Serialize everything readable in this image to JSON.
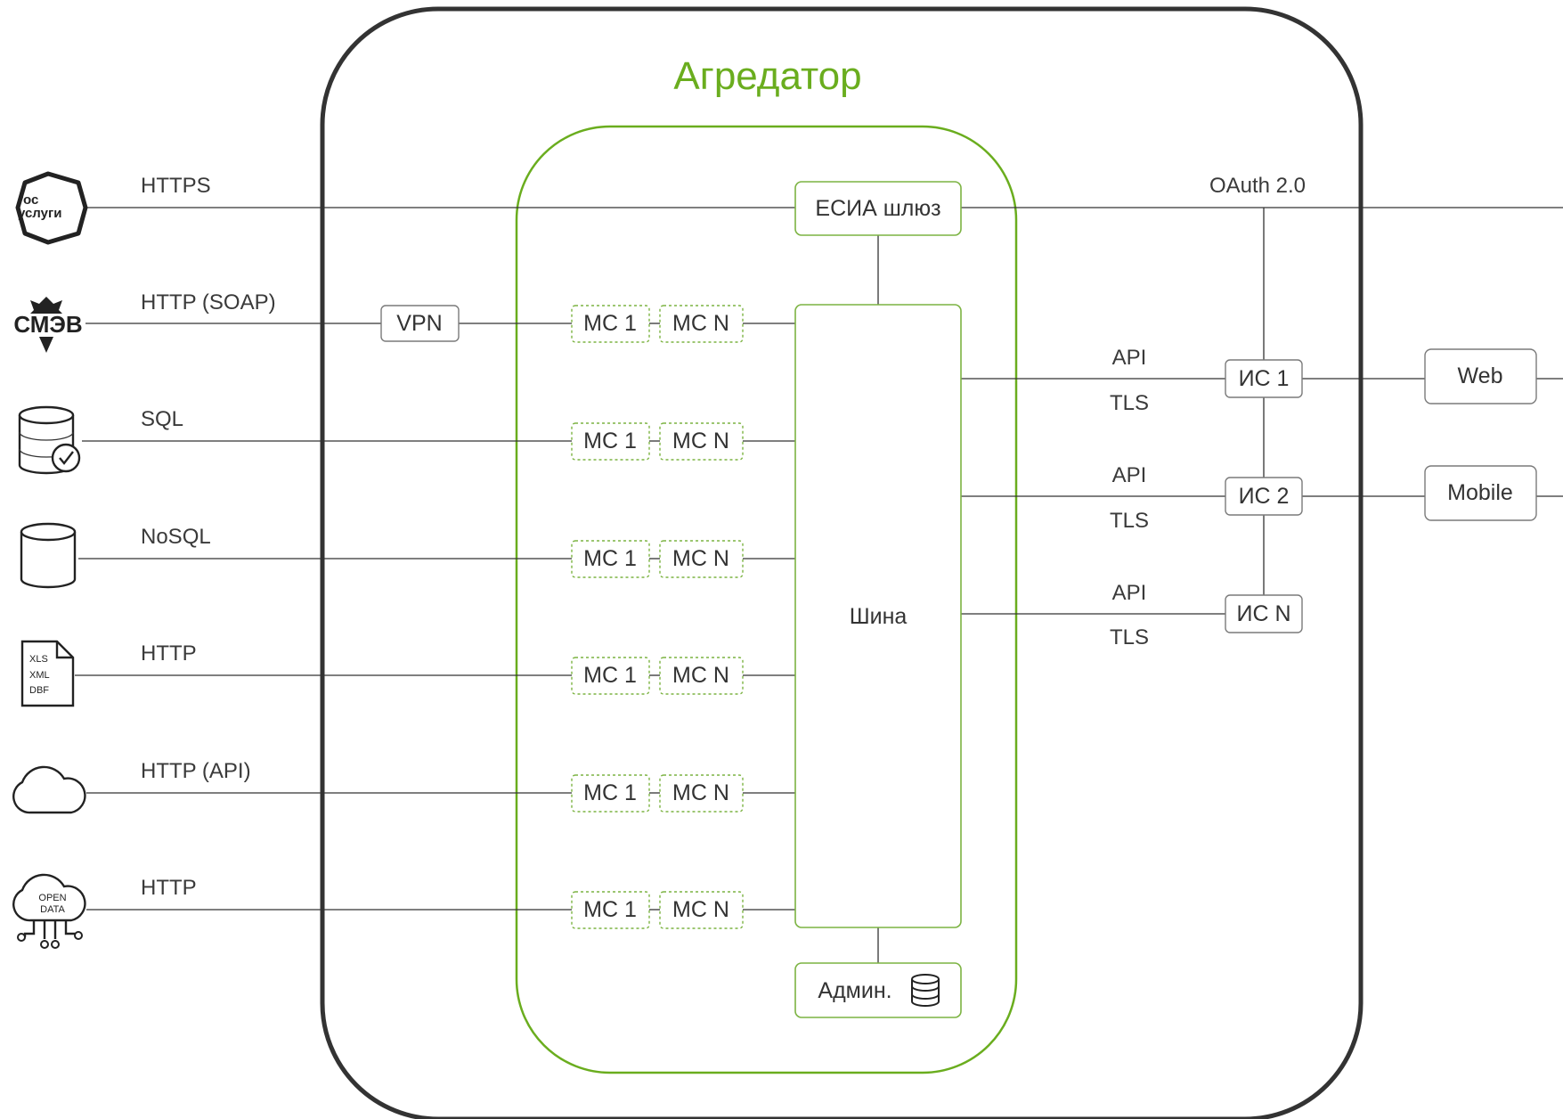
{
  "title": "Агредатор",
  "colors": {
    "accent_green": "#6aad1e",
    "border_dark": "#333333",
    "line": "#333333"
  },
  "sources": [
    {
      "protocol": "HTTPS",
      "icon": "gosuslugi-icon",
      "icon_text": [
        "гос",
        "услуги"
      ]
    },
    {
      "protocol": "HTTP (SOAP)",
      "icon": "smev-icon",
      "icon_text": [
        "СМЭВ"
      ]
    },
    {
      "protocol": "SQL",
      "icon": "database-check-icon"
    },
    {
      "protocol": "NoSQL",
      "icon": "database-icon"
    },
    {
      "protocol": "HTTP",
      "icon": "file-document-icon",
      "icon_text": [
        "XLS",
        "XML",
        "DBF"
      ]
    },
    {
      "protocol": "HTTP (API)",
      "icon": "cloud-icon"
    },
    {
      "protocol": "HTTP",
      "icon": "open-data-cloud-icon",
      "icon_text": [
        "OPEN",
        "DATA"
      ]
    }
  ],
  "vpn": "VPN",
  "ms1": "МС 1",
  "msn": "МС N",
  "esia": "ЕСИА шлюз",
  "bus": "Шина",
  "admin": "Админ.",
  "oauth": "OAuth 2.0",
  "systems": [
    {
      "label": "ИС 1",
      "api": "API",
      "tls": "TLS"
    },
    {
      "label": "ИС 2",
      "api": "API",
      "tls": "TLS"
    },
    {
      "label": "ИС N",
      "api": "API",
      "tls": "TLS"
    }
  ],
  "clients": [
    "Web",
    "Mobile"
  ]
}
